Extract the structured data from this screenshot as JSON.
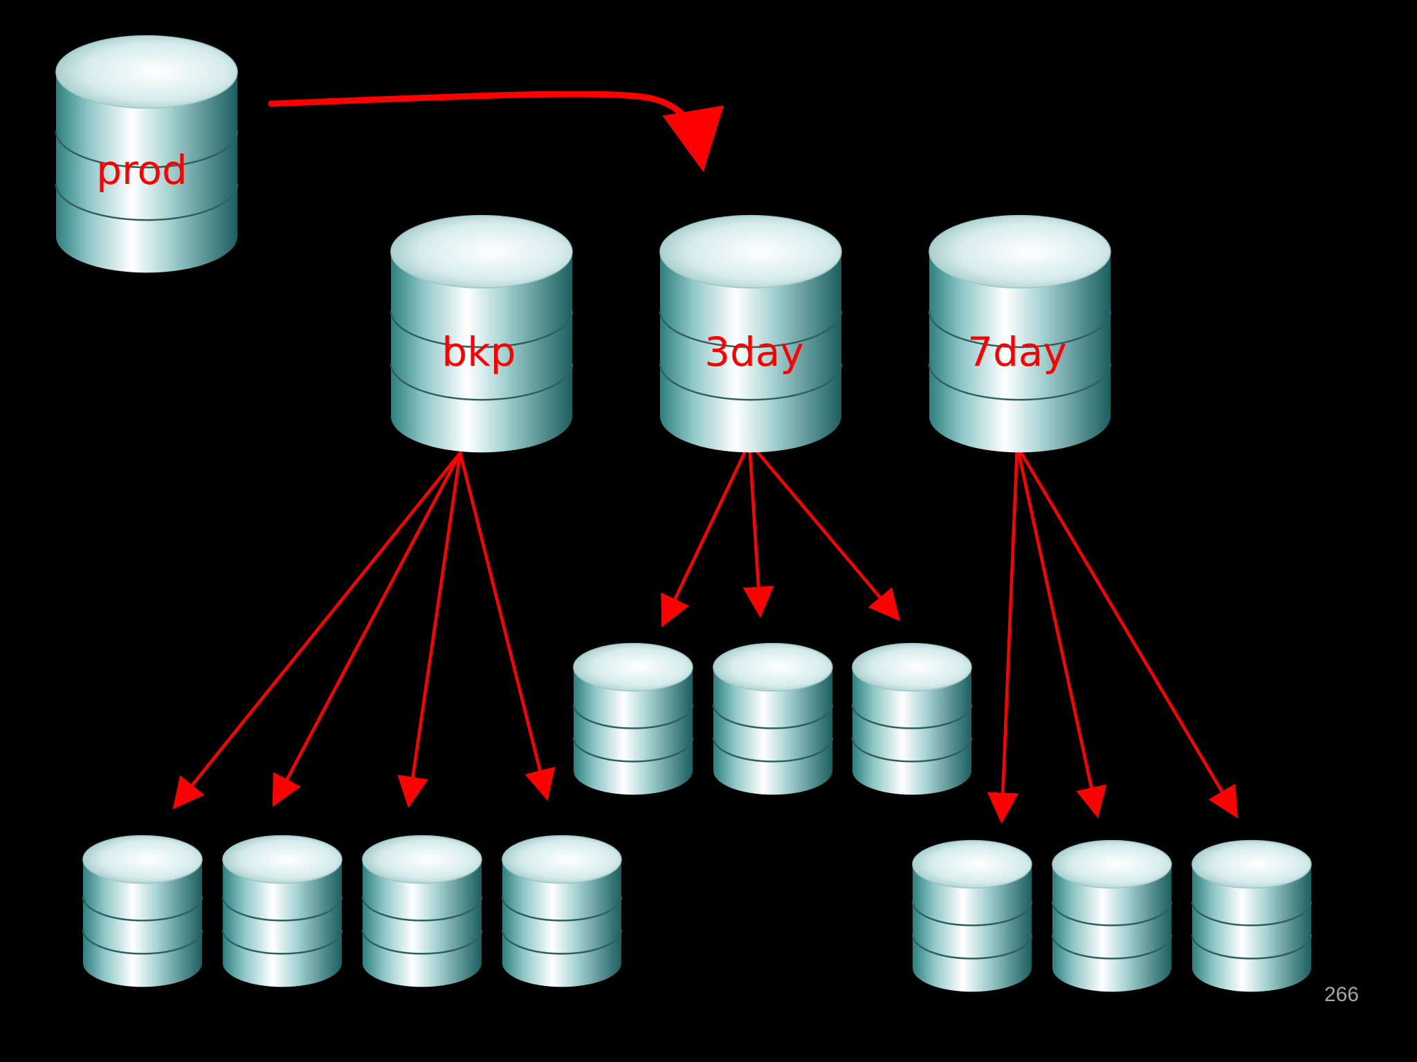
{
  "diagram": {
    "databases": {
      "prod": {
        "label": "prod"
      },
      "bkp": {
        "label": "bkp"
      },
      "three_day": {
        "label": "3day"
      },
      "seven_day": {
        "label": "7day"
      }
    },
    "child_counts": {
      "bkp": 4,
      "three_day": 3,
      "seven_day": 3
    },
    "colors": {
      "arrow": "#ff0000",
      "label": "#ff0000",
      "background": "#000000"
    }
  },
  "footer": {
    "page_number": "266"
  }
}
